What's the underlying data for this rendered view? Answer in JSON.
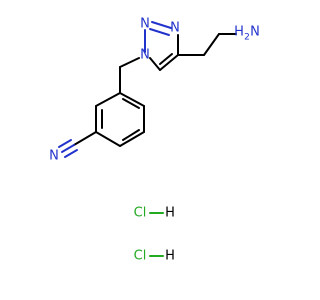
{
  "molecule": {
    "atoms": {
      "n_triazole_top_left": "N",
      "n_triazole_top_right": "N",
      "n_triazole_ring": "N",
      "amine_h2": "H",
      "amine_h2_sub": "2",
      "amine_n": "N",
      "nitrile_n": "N"
    },
    "salt": [
      {
        "cl": "Cl",
        "h": "H"
      },
      {
        "cl": "Cl",
        "h": "H"
      }
    ]
  },
  "colors": {
    "nitrogen": "#2233cc",
    "chlorine": "#22aa22",
    "carbon_bond": "#000000"
  }
}
